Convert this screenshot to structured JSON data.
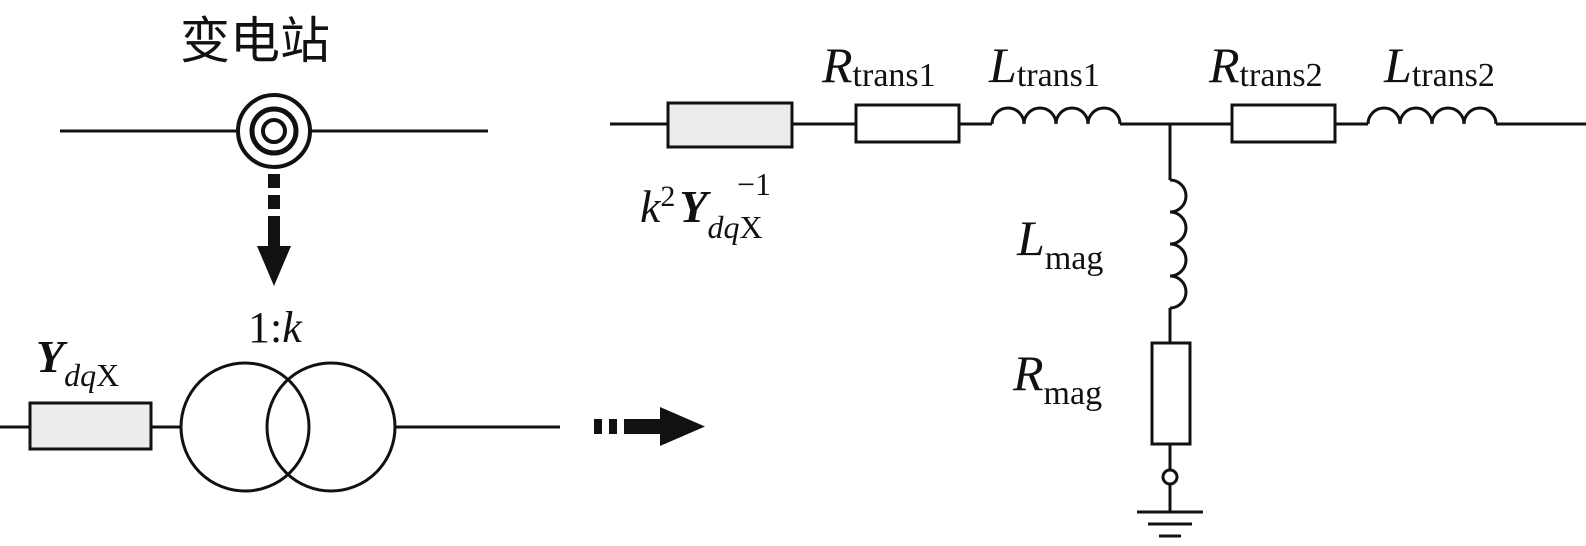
{
  "substation": {
    "title": "变电站"
  },
  "left_circuit": {
    "admittance": {
      "symbol": "Y",
      "subscript": "dq",
      "suffix": "X"
    },
    "transformer_ratio": {
      "one": "1",
      "colon": ":",
      "k": "k"
    }
  },
  "right_circuit": {
    "equivalent_admittance": {
      "k": "k",
      "power": "2",
      "symbol": "Y",
      "inverse": "−1",
      "subscript": "dq",
      "suffix": "X"
    },
    "r_trans1": {
      "symbol": "R",
      "subscript": "trans1"
    },
    "l_trans1": {
      "symbol": "L",
      "subscript": "trans1"
    },
    "r_trans2": {
      "symbol": "R",
      "subscript": "trans2"
    },
    "l_trans2": {
      "symbol": "L",
      "subscript": "trans2"
    },
    "l_mag": {
      "symbol": "L",
      "subscript": "mag"
    },
    "r_mag": {
      "symbol": "R",
      "subscript": "mag"
    }
  },
  "colors": {
    "line": "#111111",
    "admittance_fill": "#ececec",
    "background": "#ffffff"
  }
}
